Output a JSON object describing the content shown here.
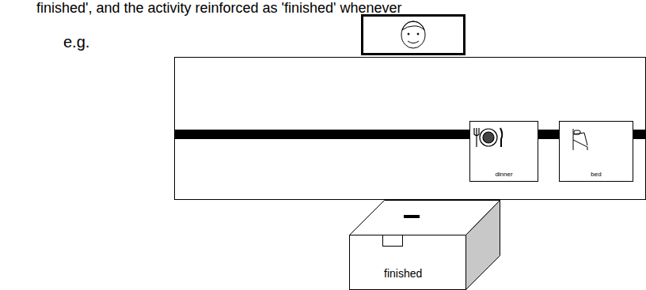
{
  "diagram": {
    "nodes": [
      {
        "text": [
          "dinner"
        ]
      },
      {
        "text": [
          "bed"
        ]
      },
      {
        "text": [
          "finished"
        ]
      }
    ],
    "labels": [
      "finished', and the activity reinforced as 'finished' whenever",
      "e.g."
    ]
  }
}
